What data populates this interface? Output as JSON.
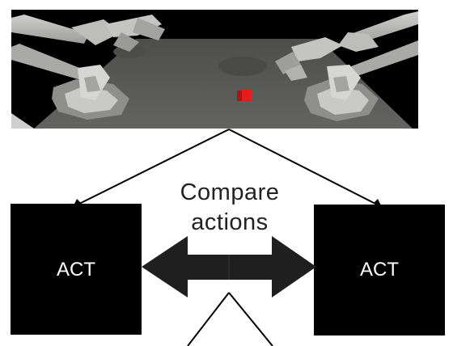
{
  "caption": {
    "line1": "Compare",
    "line2": "actions"
  },
  "left_box": {
    "label": "ACT"
  },
  "right_box": {
    "label": "ACT"
  },
  "colors": {
    "box_fill": "#000000",
    "arrow_fill": "#1f1f1f",
    "connector": "#000000",
    "table": "#5a5b59",
    "cube": "#e41c1c",
    "robot_arm": "#b9b9b7"
  },
  "icons": {
    "scene": "bimanual-robot-simulation-scene",
    "double_arrow": "double-headed-arrow"
  }
}
